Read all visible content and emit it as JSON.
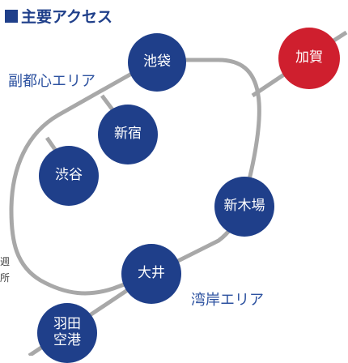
{
  "heading": {
    "title": "主要アクセス"
  },
  "areas": {
    "fukutoshin": "副都心エリア",
    "wangan": "湾岸エリア"
  },
  "stations": {
    "ikebukuro": "池袋",
    "shinjuku": "新宿",
    "shibuya": "渋谷",
    "shinkiba": "新木場",
    "oi": "大井",
    "haneda": "羽田\n空港",
    "kaga": "加賀"
  },
  "edge_fragments": {
    "top": "週",
    "bottom": "所"
  },
  "colors": {
    "station_blue": "#1f3f8a",
    "destination_red": "#cf1f2e",
    "line_gray": "#a8a8a8",
    "area_text": "#2d52a0"
  }
}
